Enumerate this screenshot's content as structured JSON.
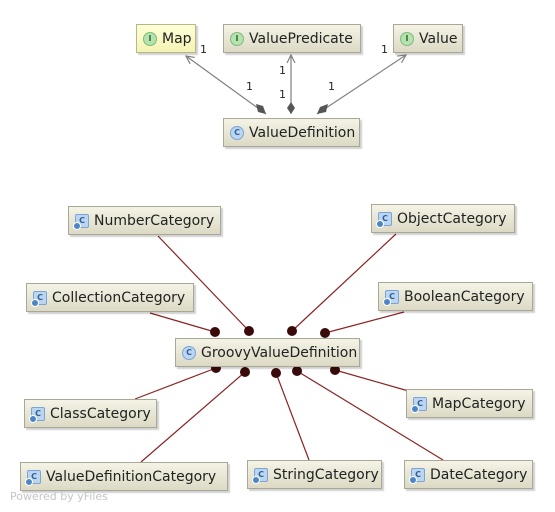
{
  "colors": {
    "node_fill": "#e9e7d4",
    "node_border": "#a9a795",
    "highlight_fill": "#ffffd0",
    "association_line": "#808080",
    "groovy_line": "#8b2323",
    "groovy_end": "#3a0a0a"
  },
  "top_diagram": {
    "interfaces": [
      {
        "id": "map",
        "label": "Map",
        "icon": "interface-icon"
      },
      {
        "id": "valuepredicate",
        "label": "ValuePredicate",
        "icon": "interface-icon"
      },
      {
        "id": "value",
        "label": "Value",
        "icon": "interface-icon"
      }
    ],
    "source": {
      "id": "valuedefinition",
      "label": "ValueDefinition",
      "icon": "class-icon"
    },
    "associations": [
      {
        "from": "valuedefinition",
        "to": "map",
        "multiplicity_source": "1",
        "multiplicity_target": "1"
      },
      {
        "from": "valuedefinition",
        "to": "valuepredicate",
        "multiplicity_source": "1",
        "multiplicity_target": "1"
      },
      {
        "from": "valuedefinition",
        "to": "value",
        "multiplicity_source": "1",
        "multiplicity_target": "1"
      }
    ]
  },
  "bottom_diagram": {
    "hub": {
      "id": "groovyvaluedefinition",
      "label": "GroovyValueDefinition",
      "icon": "class-icon"
    },
    "categories": [
      {
        "id": "numbercategory",
        "label": "NumberCategory",
        "icon": "groovy-class-icon"
      },
      {
        "id": "objectcategory",
        "label": "ObjectCategory",
        "icon": "groovy-class-icon"
      },
      {
        "id": "collectioncategory",
        "label": "CollectionCategory",
        "icon": "groovy-class-icon"
      },
      {
        "id": "booleancategory",
        "label": "BooleanCategory",
        "icon": "groovy-class-icon"
      },
      {
        "id": "classcategory",
        "label": "ClassCategory",
        "icon": "groovy-class-icon"
      },
      {
        "id": "mapcategory",
        "label": "MapCategory",
        "icon": "groovy-class-icon"
      },
      {
        "id": "valuedefinitioncategory",
        "label": "ValueDefinitionCategory",
        "icon": "groovy-class-icon"
      },
      {
        "id": "stringcategory",
        "label": "StringCategory",
        "icon": "groovy-class-icon"
      },
      {
        "id": "datecategory",
        "label": "DateCategory",
        "icon": "groovy-class-icon"
      }
    ]
  },
  "watermark": "Powered by yFiles"
}
